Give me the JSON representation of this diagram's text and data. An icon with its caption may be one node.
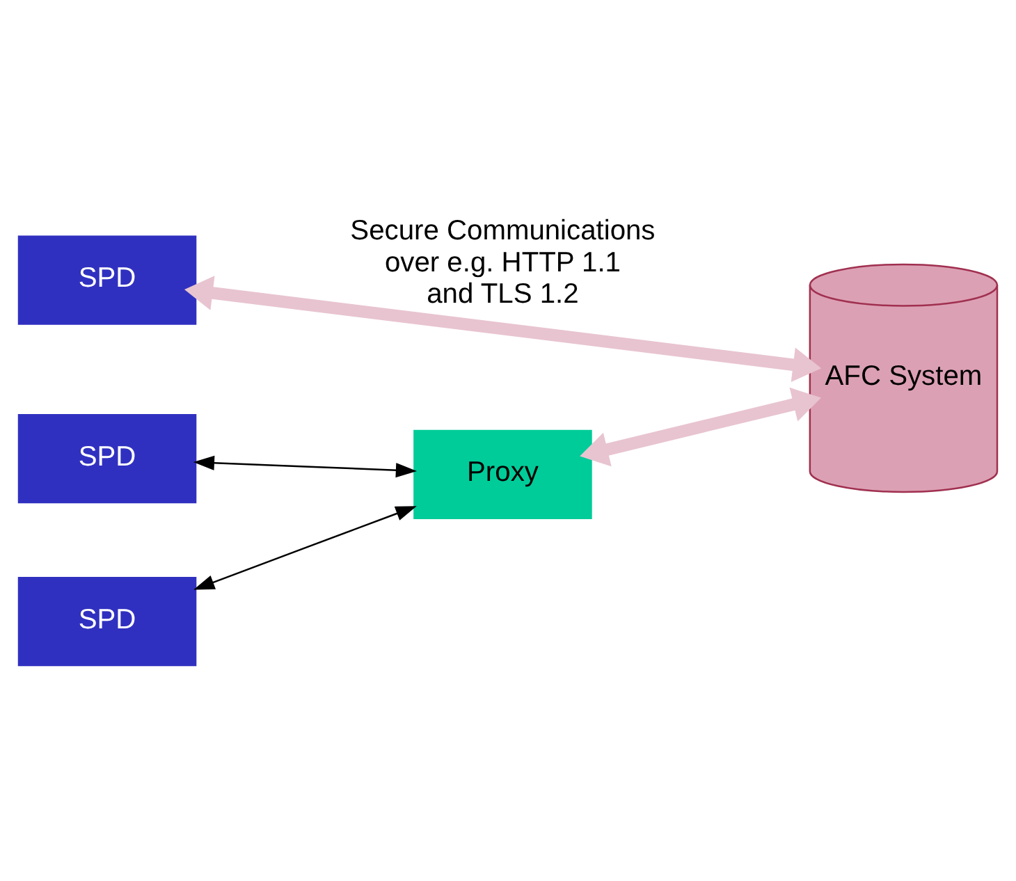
{
  "diagram": {
    "nodes": [
      {
        "text": [
          "SPD"
        ]
      },
      {
        "text": [
          "AFC System"
        ]
      },
      {
        "text": [
          "SPD"
        ]
      },
      {
        "text": [
          "Proxy"
        ]
      },
      {
        "text": [
          "SPD"
        ]
      }
    ],
    "edges": [
      {
        "from": 0,
        "to": 1,
        "arrow": "both",
        "label": "Secure Communications over e.g. HTTP 1.1 and TLS 1.2",
        "style": "thick",
        "color": "#e8c4d0"
      },
      {
        "from": 3,
        "to": 1,
        "arrow": "both",
        "style": "thick",
        "color": "#e8c4d0"
      },
      {
        "from": 2,
        "to": 3,
        "arrow": "both",
        "color": "#000000"
      },
      {
        "from": 4,
        "to": 3,
        "arrow": "both",
        "color": "#000000"
      }
    ]
  }
}
